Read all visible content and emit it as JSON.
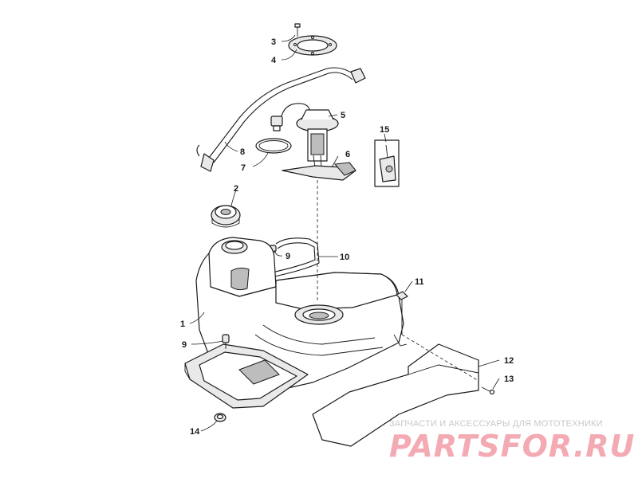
{
  "diagram": {
    "callouts": [
      "1",
      "2",
      "3",
      "4",
      "5",
      "6",
      "7",
      "8",
      "9",
      "9",
      "10",
      "11",
      "12",
      "13",
      "14",
      "15"
    ]
  },
  "watermark": {
    "text": "ЗАПЧАСТИ И АКСЕССУАРЫ ДЛЯ МОТОТЕХНИКИ",
    "logo": "PARTSFOR.RU"
  },
  "colors": {
    "line": "#1a1a1a",
    "watermark_logo": "#f3aab3",
    "watermark_text": "#c8c8c8"
  }
}
